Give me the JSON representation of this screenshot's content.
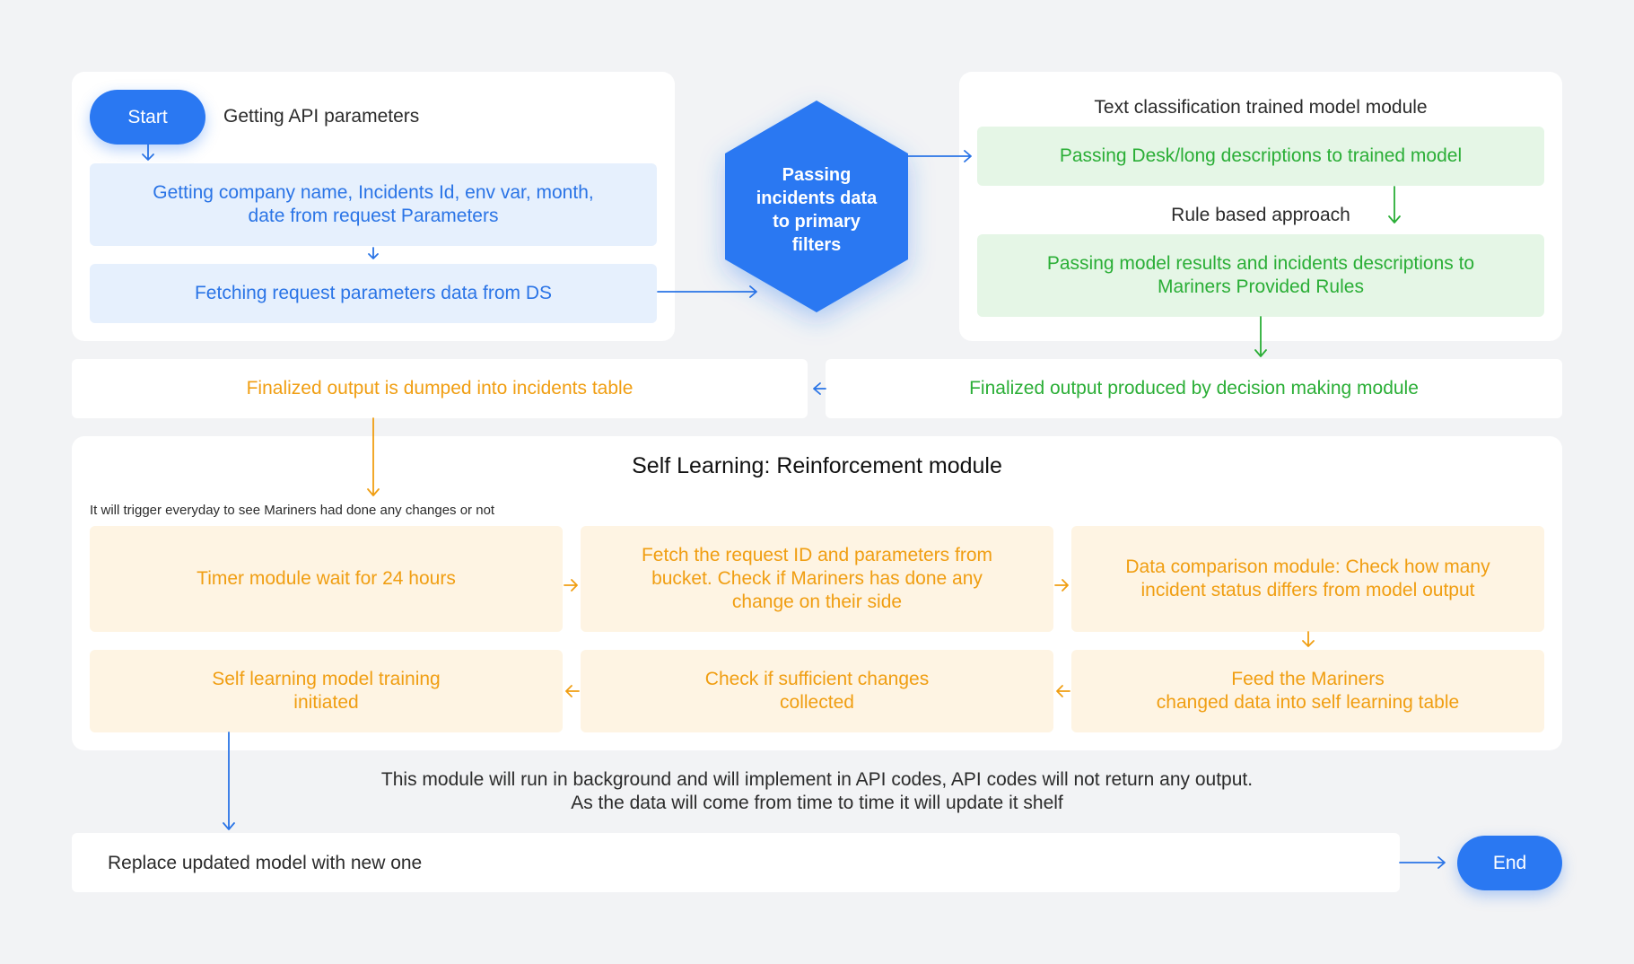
{
  "start": {
    "label": "Start",
    "caption": "Getting API parameters",
    "step1": "Getting company name, Incidents Id, env var, month,\ndate from request Parameters",
    "step2": "Fetching request parameters data from DS"
  },
  "hexagon": {
    "label": "Passing\nincidents data\nto primary\nfilters"
  },
  "classification": {
    "title": "Text classification trained model module",
    "step1": "Passing Desk/long descriptions to trained model",
    "rule_label": "Rule based approach",
    "step2": "Passing model results and incidents descriptions to\nMariners Provided Rules"
  },
  "outputs": {
    "dumped": "Finalized output is dumped into incidents table",
    "decision": "Finalized output produced by decision making module"
  },
  "self_learning": {
    "title": "Self Learning: Reinforcement module",
    "trigger_note": "It will trigger everyday to see Mariners had done any changes or not",
    "timer": "Timer module wait for 24 hours",
    "fetch": "Fetch the request ID and parameters from\nbucket. Check if Mariners has done any\nchange on their side",
    "compare": "Data comparison module: Check how many\nincident status differs from model output",
    "training": "Self learning model training\ninitiated",
    "check": "Check if sufficient changes\ncollected",
    "feed": "Feed the Mariners\nchanged data into self learning table"
  },
  "note": "This module will run in background and will implement in API codes, API codes will not return any output.\nAs the data will come from time to time it will update it shelf",
  "replace": {
    "label": "Replace updated model with new one"
  },
  "end": {
    "label": "End"
  },
  "colors": {
    "blue": "#2a74e6",
    "green": "#2aae36",
    "orange": "#f09e12",
    "background": "#f2f3f5"
  }
}
